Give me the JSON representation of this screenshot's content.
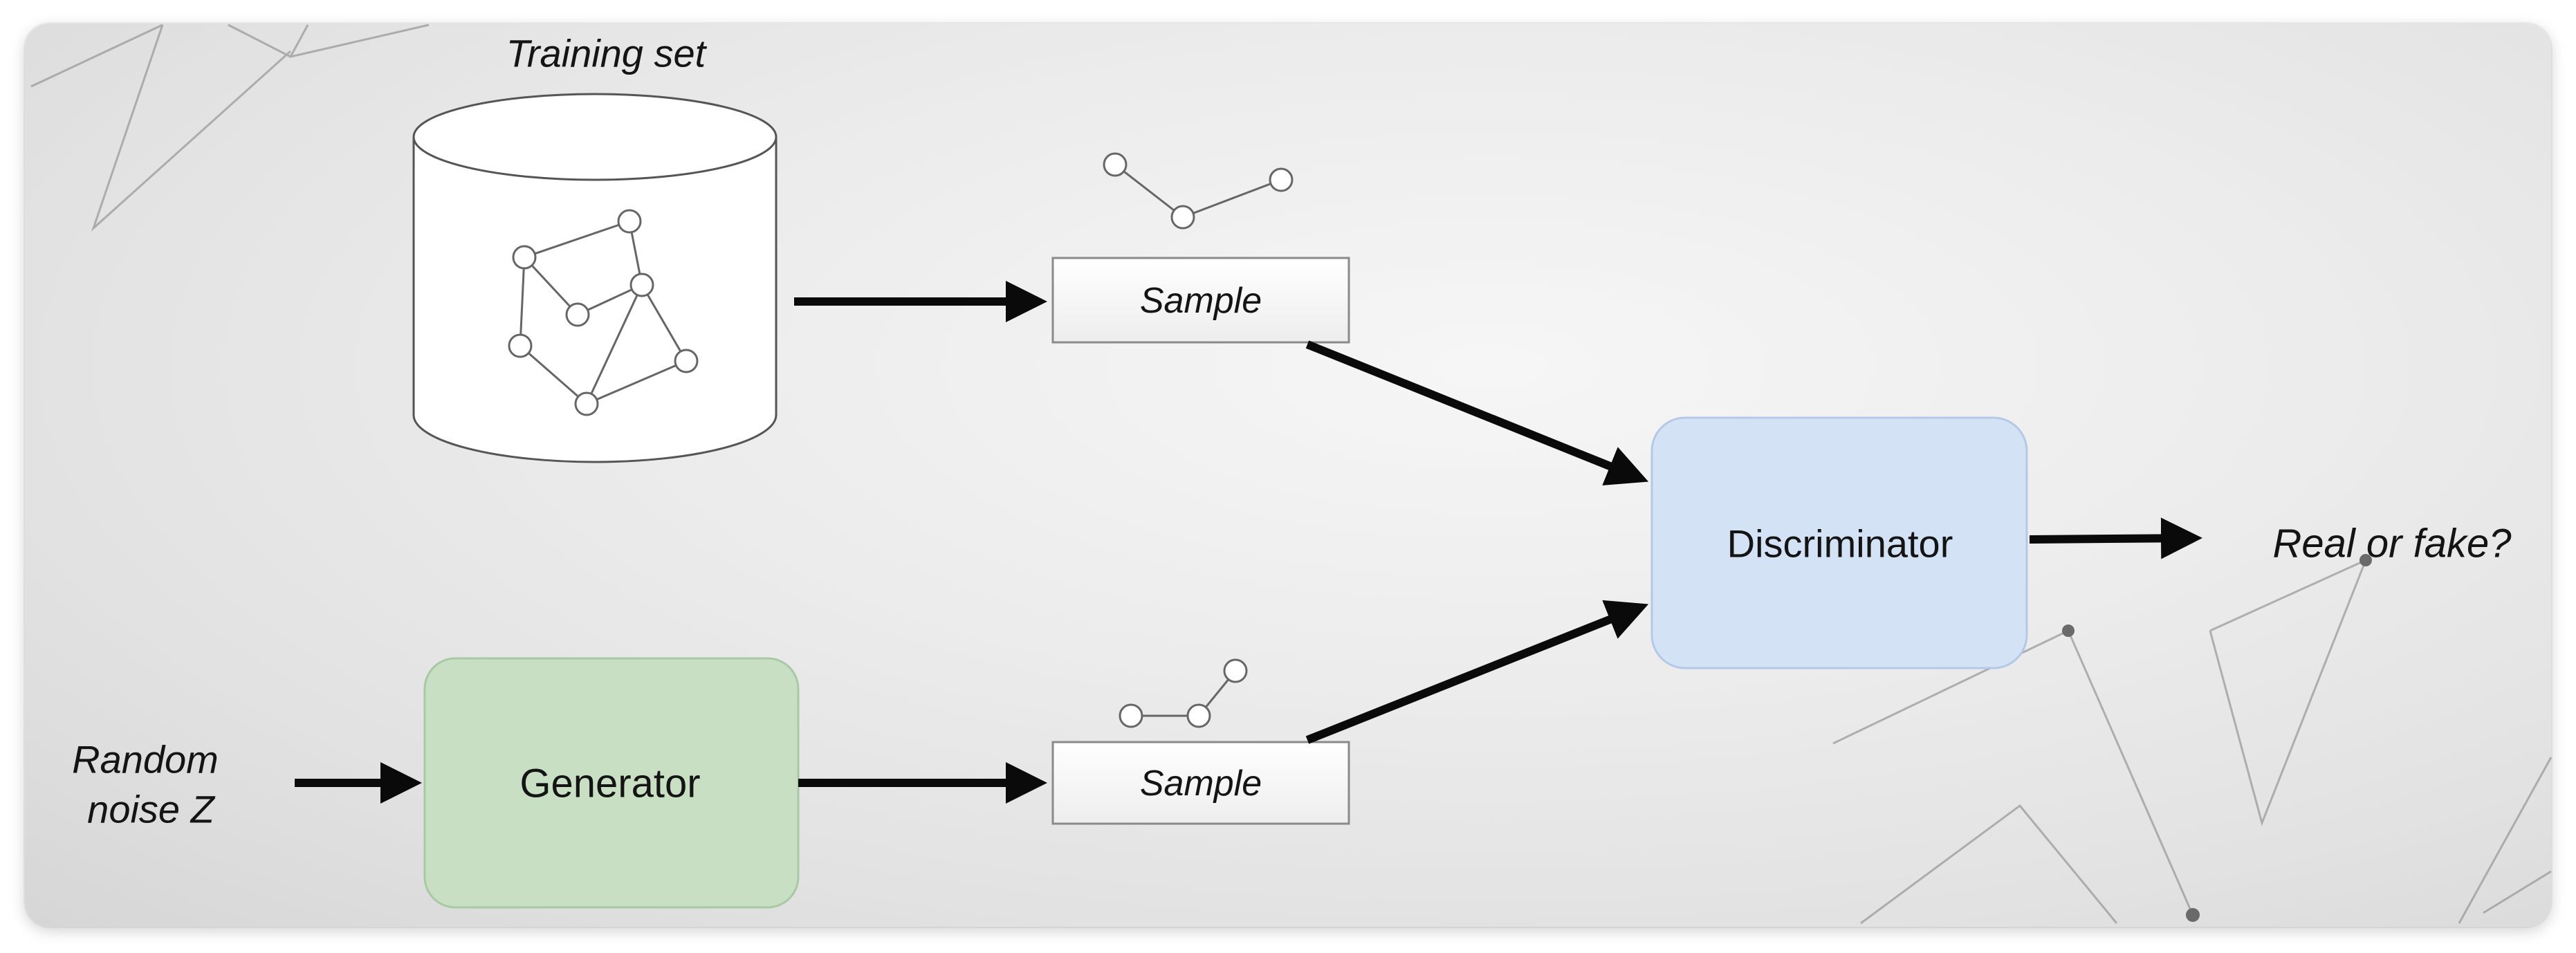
{
  "labels": {
    "training_set": "Training set",
    "sample_top": "Sample",
    "sample_bottom": "Sample",
    "discriminator": "Discriminator",
    "generator": "Generator",
    "random_noise_line1": "Random",
    "random_noise_line2": "noise Z",
    "output": "Real or fake?"
  },
  "colors": {
    "generator_fill": "#c8dfc4",
    "generator_stroke": "#a9c8a4",
    "discriminator_fill": "#d4e2f5",
    "discriminator_stroke": "#b5c9e6",
    "sample_fill": "#ffffff",
    "arrow": "#0a0a0a"
  }
}
